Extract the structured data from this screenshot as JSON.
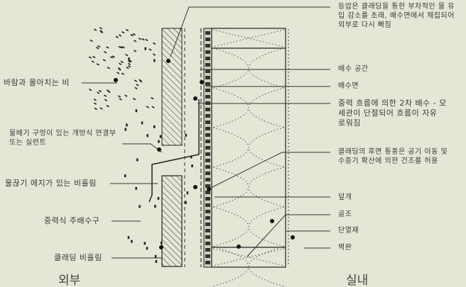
{
  "labels_right": [
    {
      "line1": "등압은 클래딩을 통한 부차적인 물 유",
      "line2": "입 감소를 초래, 배수면에서 채집되어",
      "line3": "외부로 다시 빠짐"
    },
    {
      "line1": "배수 공간"
    },
    {
      "line1": "배수면"
    },
    {
      "line1": "중력 흐름에 의한 2차 배수 - 모",
      "line2": "세관이 단절되어 흐름이 자유",
      "line3": "로워짐"
    },
    {
      "line1": "클래딩의 후면 통풍은 공기 이동 및",
      "line2": "수증기 확산에 의한 건조를 허용"
    },
    {
      "line1": "덮개"
    },
    {
      "line1": "골조"
    },
    {
      "line1": "단열재"
    },
    {
      "line1": "벽판"
    }
  ],
  "labels_left": [
    {
      "line1": "바람과 몰아치는 비"
    },
    {
      "line1": "물배기 구멍이 있는 개방식 연결부",
      "line2": "또는 실런트"
    },
    {
      "line1": "물끊기 에지가 있는 비흘림"
    },
    {
      "line1": "중력식 주배수구"
    },
    {
      "line1": "클래딩 비흘림"
    }
  ],
  "side_labels": {
    "exterior": "외부",
    "interior": "실내"
  }
}
